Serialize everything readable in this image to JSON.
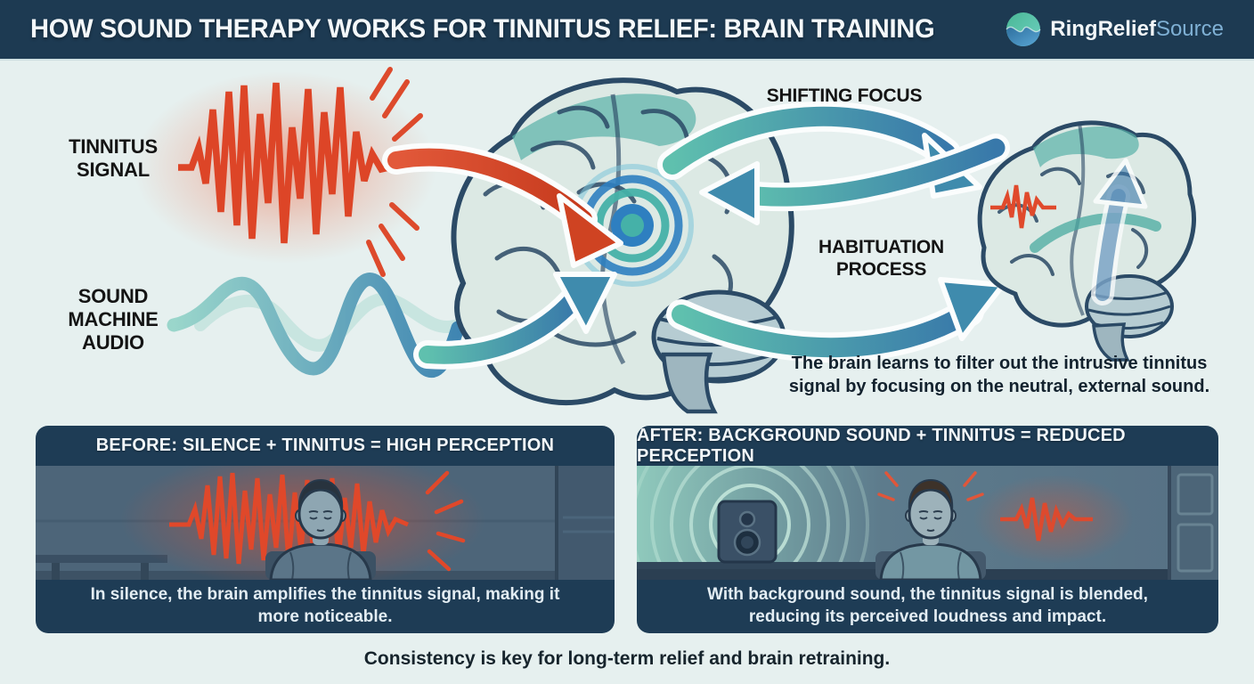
{
  "header": {
    "title": "HOW SOUND THERAPY WORKS FOR TINNITUS RELIEF: BRAIN TRAINING",
    "brand_primary": "RingRelief",
    "brand_secondary": "Source"
  },
  "diagram": {
    "tinnitus_label": "TINNITUS SIGNAL",
    "sound_label": "SOUND MACHINE AUDIO",
    "shifting_label": "SHIFTING FOCUS",
    "habituation_label": "HABITUATION PROCESS",
    "description": "The brain learns to filter out the intrusive tinnitus signal by focusing on the neutral, external sound."
  },
  "panels": {
    "before": {
      "title": "BEFORE: SILENCE + TINNITUS = HIGH PERCEPTION",
      "caption": "In silence, the brain amplifies the tinnitus signal, making it more noticeable."
    },
    "after": {
      "title": "AFTER: BACKGROUND SOUND + TINNITUS = REDUCED PERCEPTION",
      "caption": "With background sound, the tinnitus signal is blended, reducing its perceived loudness and impact."
    }
  },
  "footer": {
    "note": "Consistency is key for long-term relief and brain retraining."
  },
  "colors": {
    "header_bg": "#1d3a52",
    "background": "#e6f0ef",
    "accent_red": "#dd4a2c",
    "accent_teal": "#4fb3a5",
    "accent_blue": "#3b7fc4",
    "panel_bg": "#1e3c55",
    "brand_secondary_text": "#7fb0d4"
  }
}
